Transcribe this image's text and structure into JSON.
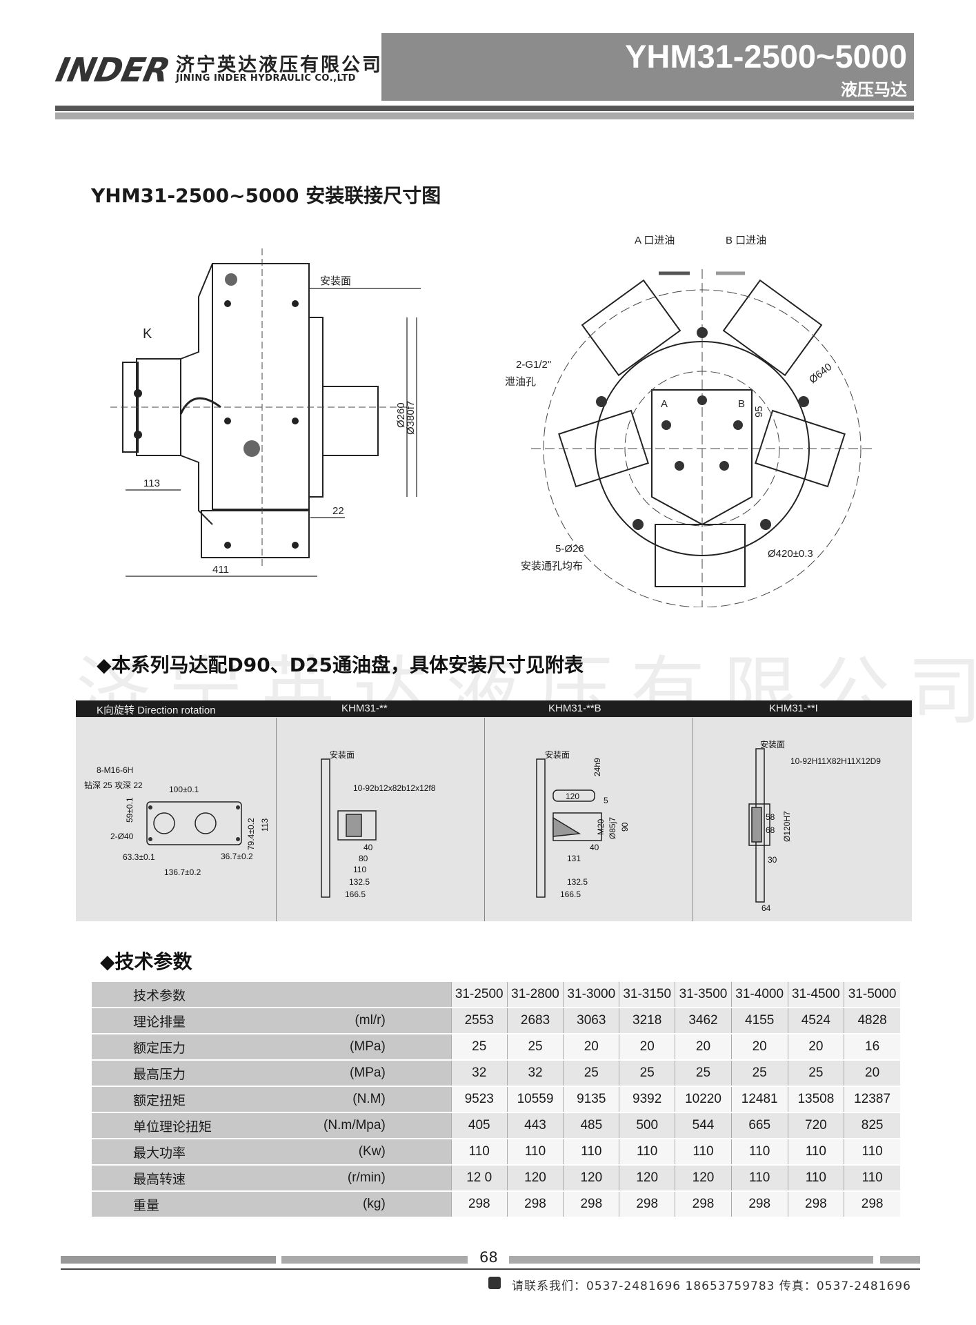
{
  "header": {
    "logo_text": "INDER",
    "company_cn": "济宁英达液压有限公司",
    "company_en": "JINING INDER HYDRAULIC CO.,LTD",
    "model": "YHM31-2500~5000",
    "subtitle": "液压马达"
  },
  "section_title": "YHM31-2500~5000 安装联接尺寸图",
  "drawing_left": {
    "label_mount": "安装面",
    "label_k": "K",
    "dim_113": "113",
    "dim_411": "411",
    "dim_22": "22",
    "dim_260": "Ø260",
    "dim_380": "Ø380f7"
  },
  "drawing_right": {
    "port_a": "A 口进油",
    "port_b": "B 口进油",
    "drain": "2-G1/2\"",
    "drain_cn": "泄油孔",
    "d640": "Ø640",
    "dim_95": "95",
    "holes": "5-Ø26",
    "holes_cn": "安装通孔均布",
    "d420": "Ø420±0.3",
    "mark_a": "A",
    "mark_b": "B"
  },
  "watermark": "济宁英达液压有限公司",
  "sub_title": "◆本系列马达配D90、D25通油盘，具体安装尺寸见附表",
  "panel": {
    "headers": [
      "K向旋转   Direction rotation",
      "KHM31-**",
      "KHM31-**B",
      "KHM31-**I"
    ],
    "p1": {
      "thread": "8-M16-6H",
      "drill": "钻深 25 攻深 22",
      "d100": "100±0.1",
      "d59": "59±0.1",
      "d2_40": "2-Ø40",
      "d79": "79.4±0.2",
      "d113": "113",
      "d63": "63.3±0.1",
      "d36": "36.7±0.2",
      "d136": "136.7±0.2"
    },
    "p2": {
      "mount": "安装面",
      "spline": "10-92b12x82b12x12f8",
      "d40": "40",
      "d80": "80",
      "d110": "110",
      "d132": "132.5",
      "d166": "166.5"
    },
    "p3": {
      "mount": "安装面",
      "d24": "24h9",
      "d120": "120",
      "d5": "5",
      "m20": "M20",
      "d85": "Ø85j7",
      "d90": "90",
      "d40": "40",
      "d131": "131",
      "d132": "132.5",
      "d166": "166.5"
    },
    "p4": {
      "mount": "安装面",
      "spline": "10-92H11X82H11X12D9",
      "d58": "58",
      "d68": "68",
      "d120": "Ø120H7",
      "d30": "30",
      "d64": "64"
    }
  },
  "tech_title": "◆技术参数",
  "table": {
    "header_label": "技术参数",
    "models": [
      "31-2500",
      "31-2800",
      "31-3000",
      "31-3150",
      "31-3500",
      "31-4000",
      "31-4500",
      "31-5000"
    ],
    "rows": [
      {
        "label": "理论排量",
        "unit": "(ml/r)",
        "values": [
          "2553",
          "2683",
          "3063",
          "3218",
          "3462",
          "4155",
          "4524",
          "4828"
        ]
      },
      {
        "label": "额定压力",
        "unit": "(MPa)",
        "values": [
          "25",
          "25",
          "20",
          "20",
          "20",
          "20",
          "20",
          "16"
        ]
      },
      {
        "label": "最高压力",
        "unit": "(MPa)",
        "values": [
          "32",
          "32",
          "25",
          "25",
          "25",
          "25",
          "25",
          "20"
        ]
      },
      {
        "label": "额定扭矩",
        "unit": "(N.M)",
        "values": [
          "9523",
          "10559",
          "9135",
          "9392",
          "10220",
          "12481",
          "13508",
          "12387"
        ]
      },
      {
        "label": "单位理论扭矩",
        "unit": "(N.m/Mpa)",
        "values": [
          "405",
          "443",
          "485",
          "500",
          "544",
          "665",
          "720",
          "825"
        ]
      },
      {
        "label": "最大功率",
        "unit": "(Kw)",
        "values": [
          "110",
          "110",
          "110",
          "110",
          "110",
          "110",
          "110",
          "110"
        ]
      },
      {
        "label": "最高转速",
        "unit": "(r/min)",
        "values": [
          "12 0",
          "120",
          "120",
          "120",
          "120",
          "110",
          "110",
          "110"
        ]
      },
      {
        "label": "重量",
        "unit": "(kg)",
        "values": [
          "298",
          "298",
          "298",
          "298",
          "298",
          "298",
          "298",
          "298"
        ]
      }
    ]
  },
  "footer": {
    "page": "68",
    "contact": "请联系我们：0537-2481696    18653759783    传真：0537-2481696"
  }
}
